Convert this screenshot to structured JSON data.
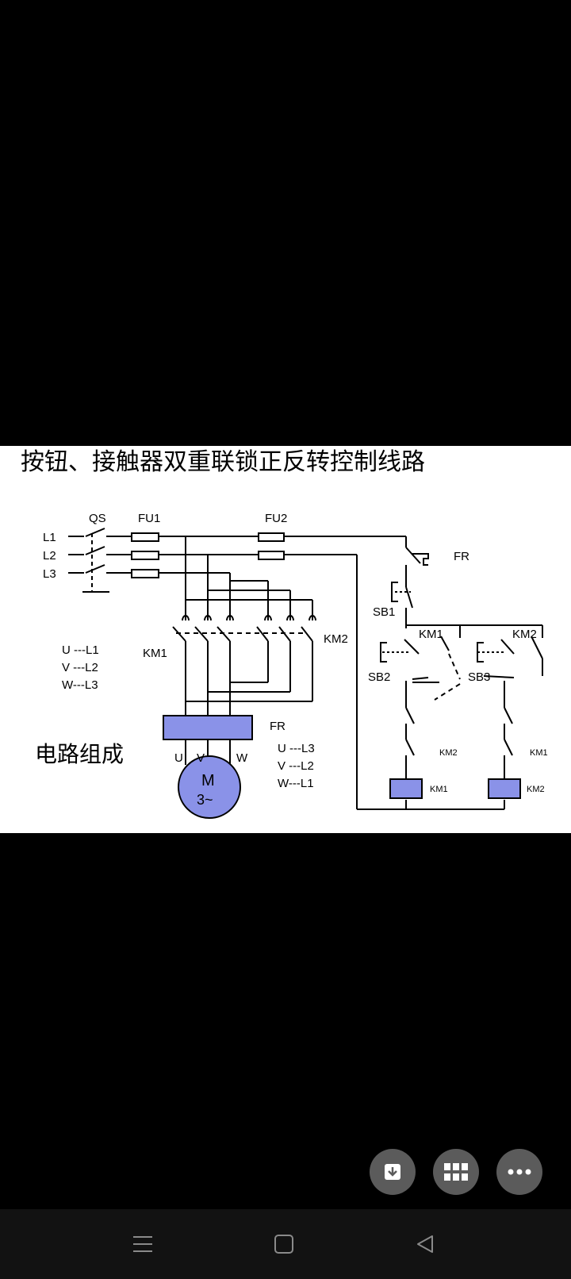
{
  "diagram": {
    "title": "按钮、接触器双重联锁正反转控制线路",
    "caption": "电路组成",
    "labels": {
      "qs": "QS",
      "fu1": "FU1",
      "fu2": "FU2",
      "l1": "L1",
      "l2": "L2",
      "l3": "L3",
      "km1_main": "KM1",
      "km2_main": "KM2",
      "fr_ctrl": "FR",
      "fr_main": "FR",
      "sb1": "SB1",
      "sb2": "SB2",
      "sb3": "SB3",
      "km1_hold": "KM1",
      "km2_hold": "KM2",
      "km2_interlock": "KM2",
      "km1_interlock": "KM1",
      "km1_coil": "KM1",
      "km2_coil": "KM2",
      "motor_m": "M",
      "motor_phase": "3~",
      "u": "U",
      "v": "V",
      "w": "W"
    },
    "forward_mapping": [
      "U ---L1",
      "V ---L2",
      "W---L3"
    ],
    "reverse_mapping": [
      "U ---L3",
      "V ---L2",
      "W---L1"
    ]
  },
  "actions": {
    "download": "download-icon",
    "grid": "grid-icon",
    "more": "more-icon"
  },
  "nav": {
    "menu": "menu-icon",
    "home": "home-icon",
    "back": "back-icon"
  }
}
